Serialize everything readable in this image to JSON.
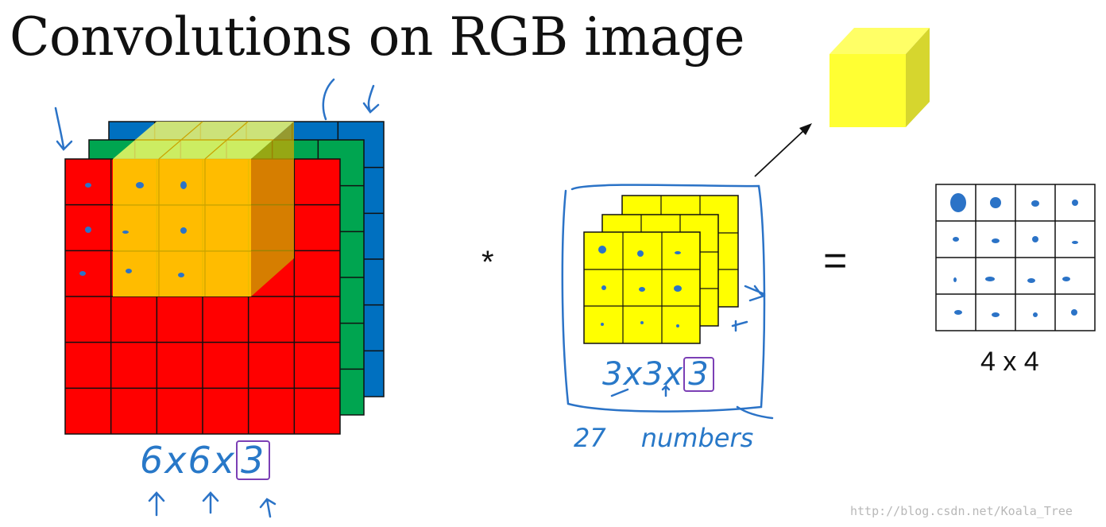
{
  "title": "Convolutions on RGB image",
  "operator_multiply": "*",
  "operator_equals": "=",
  "input": {
    "rows": 6,
    "cols": 6,
    "dimension_text": [
      "6",
      "x",
      "6",
      "x"
    ],
    "channels_boxed": "3",
    "colors": {
      "red": "#ff0000",
      "green": "#00a550",
      "blue": "#0070c0",
      "highlight": "#ffd700"
    }
  },
  "filter": {
    "rows": 3,
    "cols": 3,
    "dimension_text": [
      "3",
      "x",
      "3",
      "x"
    ],
    "channels_boxed": "3",
    "count_number": "27",
    "count_word": "numbers",
    "colors": {
      "face": "#ffff00",
      "cube": "#ffff33"
    }
  },
  "output": {
    "rows": 4,
    "cols": 4,
    "label": "4 x 4"
  },
  "watermark": "http://blog.csdn.net/Koala_Tree",
  "icons": [
    "arrow-icon",
    "cube-icon"
  ]
}
